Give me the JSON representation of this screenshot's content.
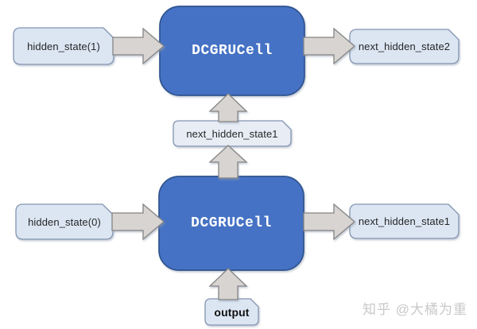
{
  "palette": {
    "background": "#ffffff",
    "cell_fill": "#4472c4",
    "cell_border": "#2f528f",
    "box_fill": "#dce6f3",
    "mid_box_fill": "#e7ecf5",
    "box_border": "#8496b0",
    "arrow_fill": "#d7d4d1",
    "arrow_border": "#858585",
    "cell_text": "#ffffff",
    "box_text": "#262626",
    "watermark_color": "#c9c9c9"
  },
  "nodes": {
    "top_input": "hidden_state(1)",
    "top_cell": "DCGRUCell",
    "top_output": "next_hidden_state2",
    "mid_state": "next_hidden_state1",
    "bottom_input": "hidden_state(0)",
    "bottom_cell": "DCGRUCell",
    "bottom_output": "next_hidden_state1",
    "bottom_source": "output"
  },
  "connections": [
    {
      "from": "hidden_state(1)",
      "to": "DCGRUCell (top)",
      "direction": "right"
    },
    {
      "from": "DCGRUCell (top)",
      "to": "next_hidden_state2",
      "direction": "right"
    },
    {
      "from": "next_hidden_state1",
      "to": "DCGRUCell (top)",
      "direction": "up"
    },
    {
      "from": "DCGRUCell (bottom)",
      "to": "next_hidden_state1",
      "direction": "up"
    },
    {
      "from": "hidden_state(0)",
      "to": "DCGRUCell (bottom)",
      "direction": "right"
    },
    {
      "from": "DCGRUCell (bottom)",
      "to": "next_hidden_state1",
      "direction": "right"
    },
    {
      "from": "output",
      "to": "DCGRUCell (bottom)",
      "direction": "up"
    }
  ],
  "watermark": "知乎 @大橘为重"
}
